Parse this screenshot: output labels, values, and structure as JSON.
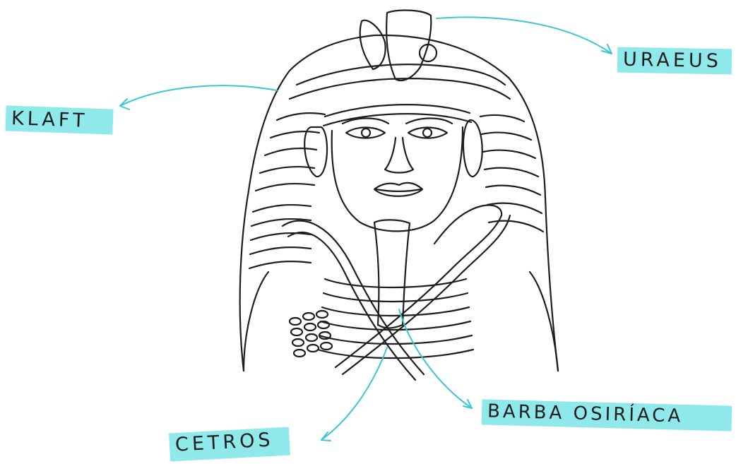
{
  "colors": {
    "highlight": "#8fe8ea",
    "arrow": "#39c7d3",
    "ink": "#1e1e1e"
  },
  "labels": {
    "uraeus": "URAEUS",
    "klaft": "KLAFT",
    "barba": "BARBA OSIRÍACA",
    "cetros": "CETROS"
  }
}
